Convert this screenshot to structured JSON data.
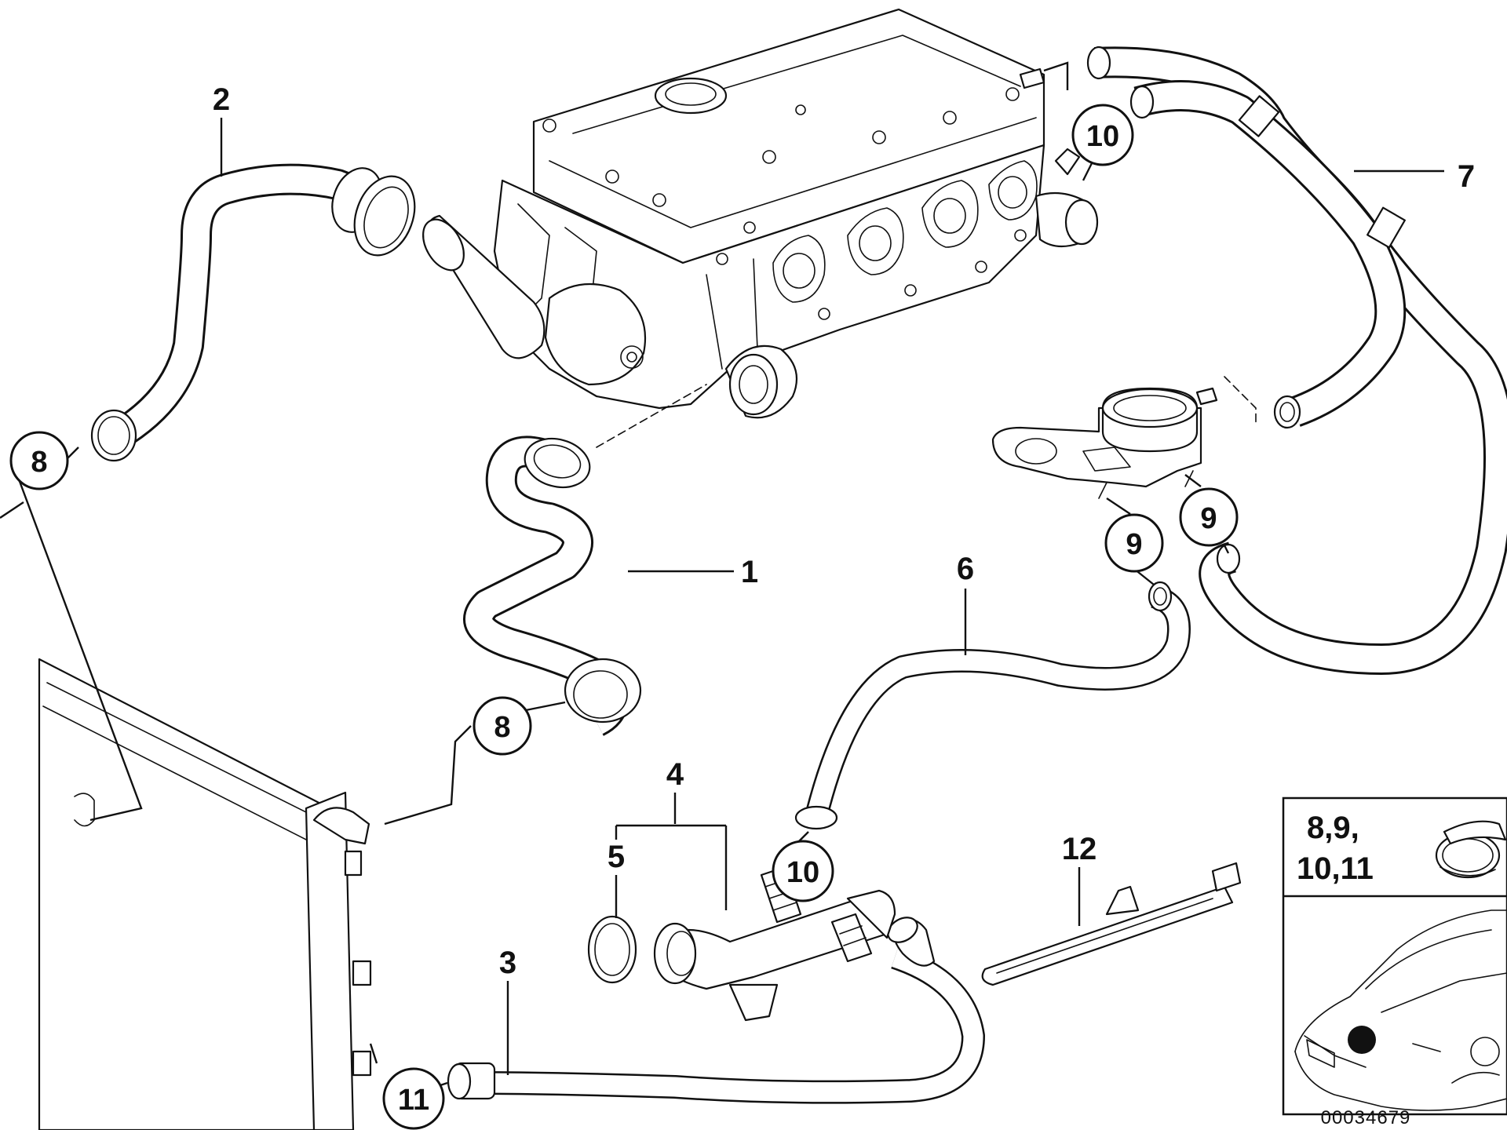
{
  "parts": [
    {
      "id": "part-1",
      "label": "1"
    },
    {
      "id": "part-2",
      "label": "2"
    },
    {
      "id": "part-3",
      "label": "3"
    },
    {
      "id": "part-4",
      "label": "4"
    },
    {
      "id": "part-5",
      "label": "5"
    },
    {
      "id": "part-6",
      "label": "6"
    },
    {
      "id": "part-7",
      "label": "7"
    },
    {
      "id": "part-12",
      "label": "12"
    }
  ],
  "callouts": {
    "clamp_8_left": "8",
    "clamp_8_lower": "8",
    "clamp_9_left": "9",
    "clamp_9_right": "9",
    "clamp_10_top": "10",
    "clamp_10_bottom": "10",
    "clamp_11": "11"
  },
  "inset": {
    "line1": "8,9,",
    "line2": "10,11"
  },
  "reference_number": "00034679"
}
